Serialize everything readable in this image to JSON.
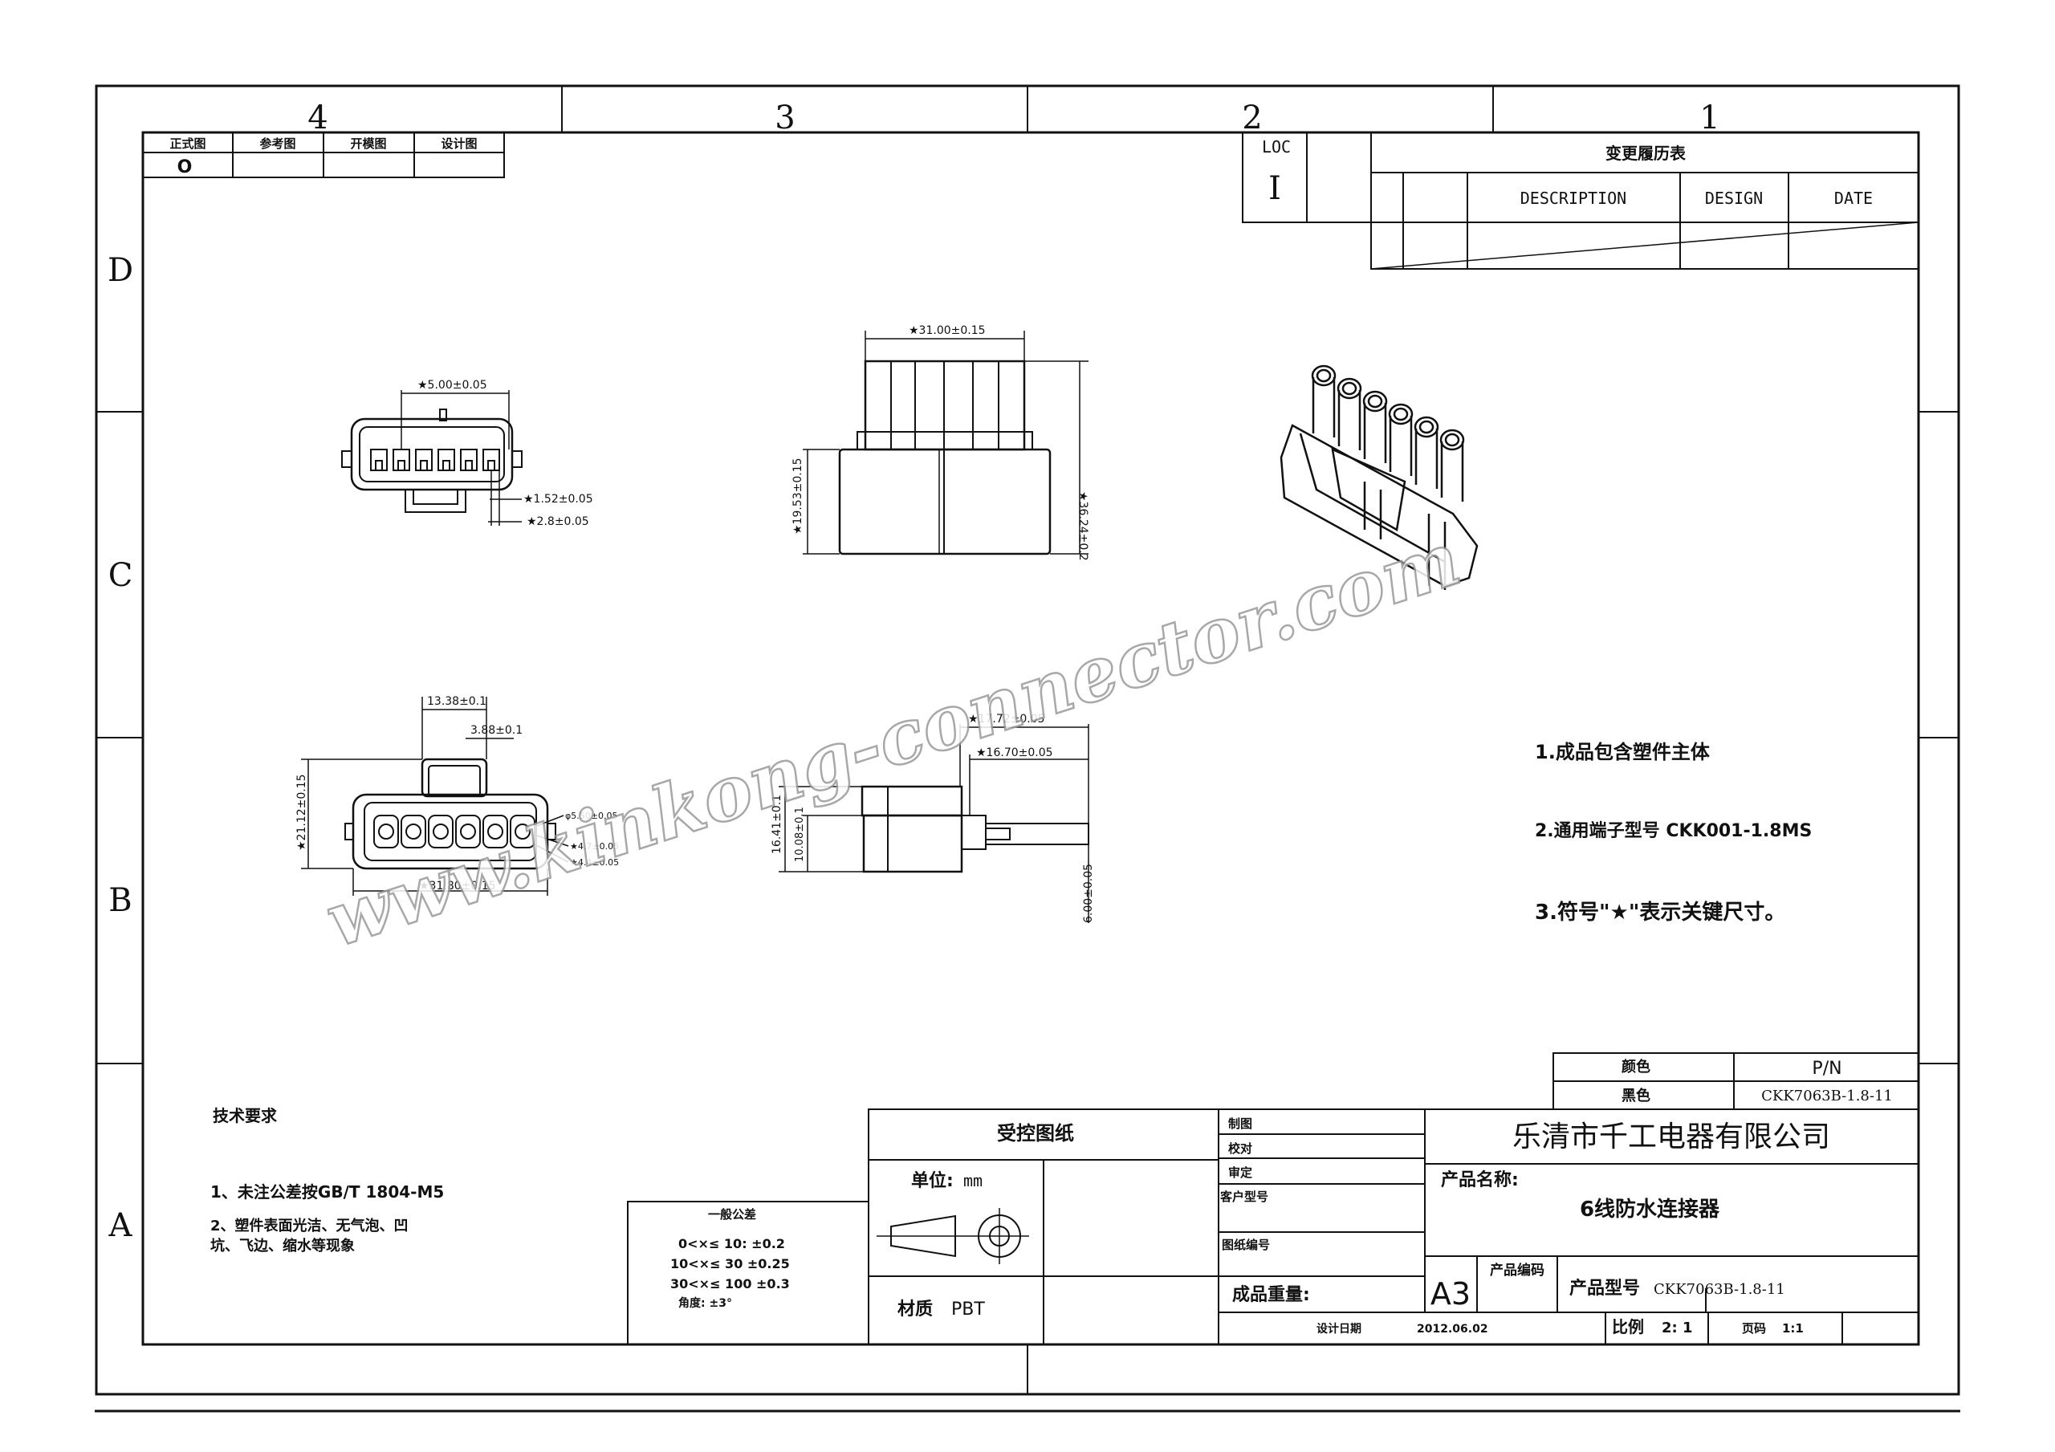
{
  "frame": {
    "columns": [
      "4",
      "3",
      "2",
      "1"
    ],
    "rows": [
      "D",
      "C",
      "B",
      "A"
    ]
  },
  "drawing_type_box": {
    "headers": [
      "正式图",
      "参考图",
      "开模图",
      "设计图"
    ],
    "selected_mark": "O"
  },
  "revision": {
    "loc_label": "LOC",
    "loc_value": "I",
    "title": "变更履历表",
    "headers": [
      "DESCRIPTION",
      "DESIGN",
      "DATE"
    ]
  },
  "dimensions": {
    "front_top": [
      "★5.00±0.05",
      "★1.52±0.05",
      "★2.8±0.05"
    ],
    "side_top": [
      "★31.00±0.15",
      "★36.24±0.2",
      "★19.53±0.15"
    ],
    "front_bottom": [
      "13.38±0.1",
      "3.88±0.1",
      "★21.12±0.15",
      "φ5.50±0.05",
      "★4.7±0.05",
      "★4.4±0.05",
      "★31.80±0.15"
    ],
    "side_bottom": [
      "★17.72±0.05",
      "★16.70±0.05",
      "16.41±0.1",
      "10.08±0.1",
      "6.00±0.05"
    ]
  },
  "watermark": "www.kinkong-connector.com",
  "notes": {
    "items": [
      "1.成品包含塑件主体",
      "2.通用端子型号 CKK001-1.8MS",
      "3.符号\"★\"表示关键尺寸。"
    ]
  },
  "tech_requirements": {
    "title": "技术要求",
    "items": [
      "1、未注公差按GB/T  1804-M5",
      "2、塑件表面光洁、无气泡、凹",
      "坑、飞边、缩水等现象"
    ]
  },
  "tolerance": {
    "title": "一般公差",
    "rows": [
      "0<×≤ 10: ±0.2",
      "10<×≤ 30 ±0.25",
      "30<×≤ 100 ±0.3",
      "角度:         ±3°"
    ]
  },
  "color_table": {
    "color_label": "颜色",
    "pn_label": "P/N",
    "color_value": "黑色",
    "pn_value": "CKK7063B-1.8-11"
  },
  "title_block": {
    "controlled": "受控图纸",
    "unit_label": "单位:",
    "unit_value": "mm",
    "material_label": "材质",
    "material_value": "PBT",
    "roles": [
      "制图",
      "校对",
      "审定",
      "客户型号",
      "图纸编号"
    ],
    "weight_label": "成品重量:",
    "company": "乐清市千工电器有限公司",
    "product_name_label": "产品名称:",
    "product_name": "6线防水连接器",
    "sheet_size": "A3",
    "product_code_label": "产品编码",
    "product_model_label": "产品型号",
    "product_model": "CKK7063B-1.8-11",
    "design_date_label": "设计日期",
    "design_date": "2012.06.02",
    "scale_label": "比例",
    "scale_value": "2: 1",
    "page_label": "页码",
    "page_value": "1:1"
  }
}
